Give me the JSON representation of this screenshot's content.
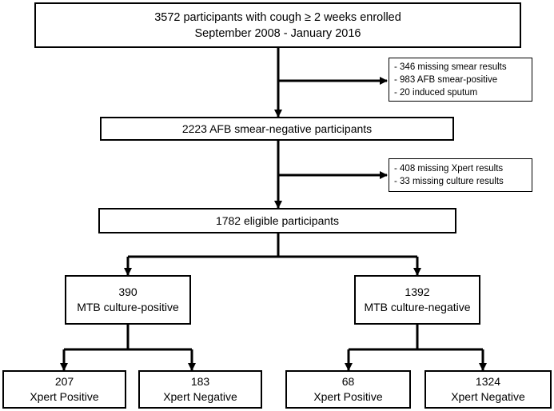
{
  "boxes": {
    "enrolled": {
      "line1": "3572 participants with cough ≥ 2 weeks enrolled",
      "line2": "September 2008 - January 2016"
    },
    "smear_negative": {
      "line1": "2223 AFB smear-negative participants"
    },
    "eligible": {
      "line1": "1782 eligible participants"
    },
    "culture_positive": {
      "line1": "390",
      "line2": "MTB culture-positive"
    },
    "culture_negative": {
      "line1": "1392",
      "line2": "MTB culture-negative"
    },
    "pos_xpert_pos": {
      "line1": "207",
      "line2": "Xpert Positive"
    },
    "pos_xpert_neg": {
      "line1": "183",
      "line2": "Xpert Negative"
    },
    "neg_xpert_pos": {
      "line1": "68",
      "line2": "Xpert Positive"
    },
    "neg_xpert_neg": {
      "line1": "1324",
      "line2": "Xpert Negative"
    }
  },
  "exclusions": {
    "first": [
      "- 346 missing smear results",
      "- 983 AFB smear-positive",
      "- 20 induced sputum"
    ],
    "second": [
      "- 408 missing Xpert results",
      "- 33 missing culture results"
    ]
  }
}
